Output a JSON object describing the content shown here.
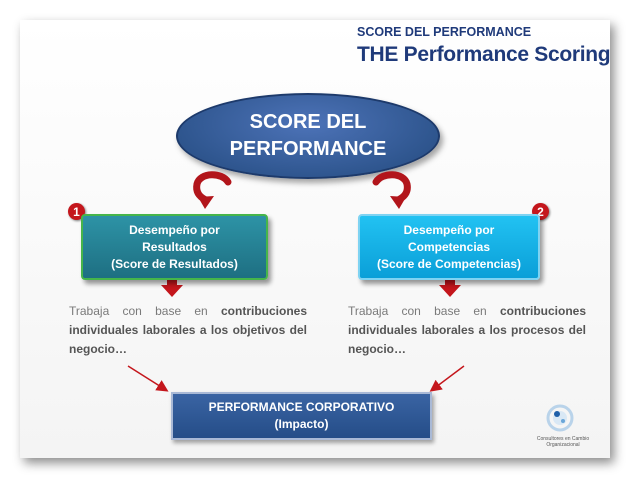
{
  "header": {
    "subtitle": "SCORE DEL PERFORMANCE",
    "title": "THE Performance Scoring"
  },
  "center": {
    "line1": "SCORE DEL",
    "line2": "PERFORMANCE"
  },
  "left": {
    "badge": "1",
    "line1": "Desempeño por",
    "line2": "Resultados",
    "line3": "(Score de Resultados)",
    "desc_plain": "Trabaja con base en ",
    "desc_bold": "contribuciones individuales laborales a los objetivos del negocio…"
  },
  "right": {
    "badge": "2",
    "line1": "Desempeño por",
    "line2": "Competencias",
    "line3": "(Score de Competencias)",
    "desc_plain": "Trabaja con base en ",
    "desc_bold": "contribuciones individuales laborales a los procesos del negocio…"
  },
  "bottom": {
    "line1": "PERFORMANCE CORPORATIVO",
    "line2": "(Impacto)"
  },
  "logo": {
    "line1": "Consultores en Cambio",
    "line2": "Organizacional"
  },
  "colors": {
    "title": "#1f3a7a",
    "arrow_red": "#c4161c",
    "left_box": "#1e6f82",
    "right_box": "#0a9fd8",
    "ellipse": "#2f568f"
  }
}
